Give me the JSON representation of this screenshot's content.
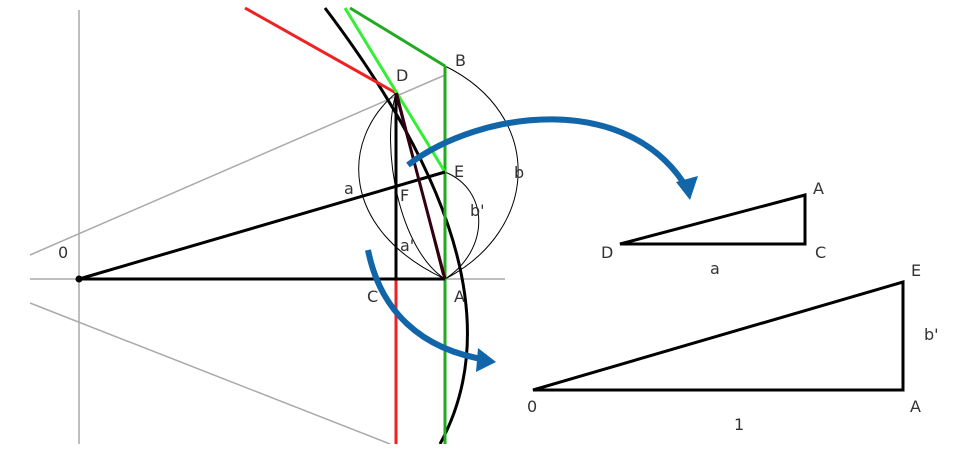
{
  "labels": {
    "origin": "0",
    "A": "A",
    "B": "B",
    "C": "C",
    "D": "D",
    "E": "E",
    "F": "F",
    "a": "a",
    "a_prime": "a'",
    "b": "b",
    "b_prime": "b'"
  },
  "small_triangle": {
    "A": "A",
    "C": "C",
    "D": "D",
    "side": "a"
  },
  "large_triangle": {
    "O": "0",
    "A": "A",
    "E": "E",
    "base": "1",
    "side": "b'"
  },
  "colors": {
    "red": "#ee2222",
    "green": "#22aa22",
    "light_green": "#33ee33",
    "blue_arrow": "#1166aa",
    "black": "#000000",
    "gray": "#aaaaaa",
    "dark": "#330011"
  }
}
